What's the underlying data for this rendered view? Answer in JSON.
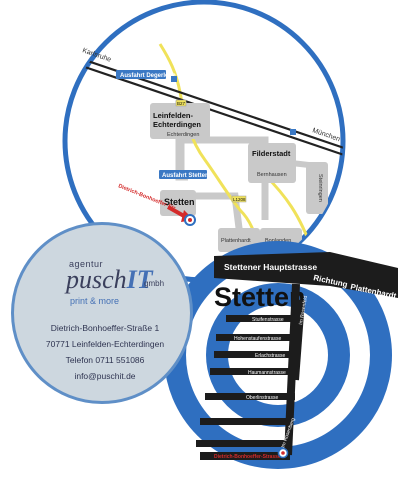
{
  "map": {
    "city_left": "Karlsruhe",
    "city_right": "München",
    "exit_degerloch": "Ausfahrt Degerloch",
    "exit_stetten": "Ausfahrt Stetten",
    "leinfelden": [
      "Leinfelden-",
      "Echterdingen"
    ],
    "echterdingen": "Echterdingen",
    "filderstadt": "Filderstadt",
    "bernhausen": "Bernhausen",
    "steinringen": "Steinringen",
    "stetten_small": "Stetten",
    "plattenhardt": "Plattenhardt",
    "bonlanden": "Bonlanden",
    "road_b27": "B27",
    "road_l1208": "L1208",
    "address_pointer": "Dietrich-Bonhoeffer-Str."
  },
  "detail": {
    "main_street": "Stettener Hauptstrasse",
    "direction": "Richtung",
    "direction_target": "Plattenhardt",
    "town": "Stetten",
    "streets": [
      "Stuifenstrasse",
      "Hohenstaufenstrasse",
      "Erlachstrasse",
      "Haumannstrasse",
      "Oberlinstrasse"
    ],
    "side_street_1": "Im Rosenfeld",
    "side_street_2": "Im Rosenberg",
    "target_street": "Dietrich-Bonhoeffer-Strasse"
  },
  "company": {
    "agentur": "agentur",
    "name_a": "pusch",
    "name_b": "IT",
    "suffix": "gmbh",
    "tagline": "print & more",
    "street": "Dietrich-Bonhoeffer-Straße 1",
    "city": "70771 Leinfelden-Echterdingen",
    "phone": "Telefon 0711 551086",
    "email": "info@puschit.de"
  },
  "colors": {
    "ring": "#2f6fc0",
    "road": "#f0e25a",
    "street_block": "#1c1c1c",
    "target": "#d42a2a",
    "exit_sign": "#3a78c4"
  }
}
